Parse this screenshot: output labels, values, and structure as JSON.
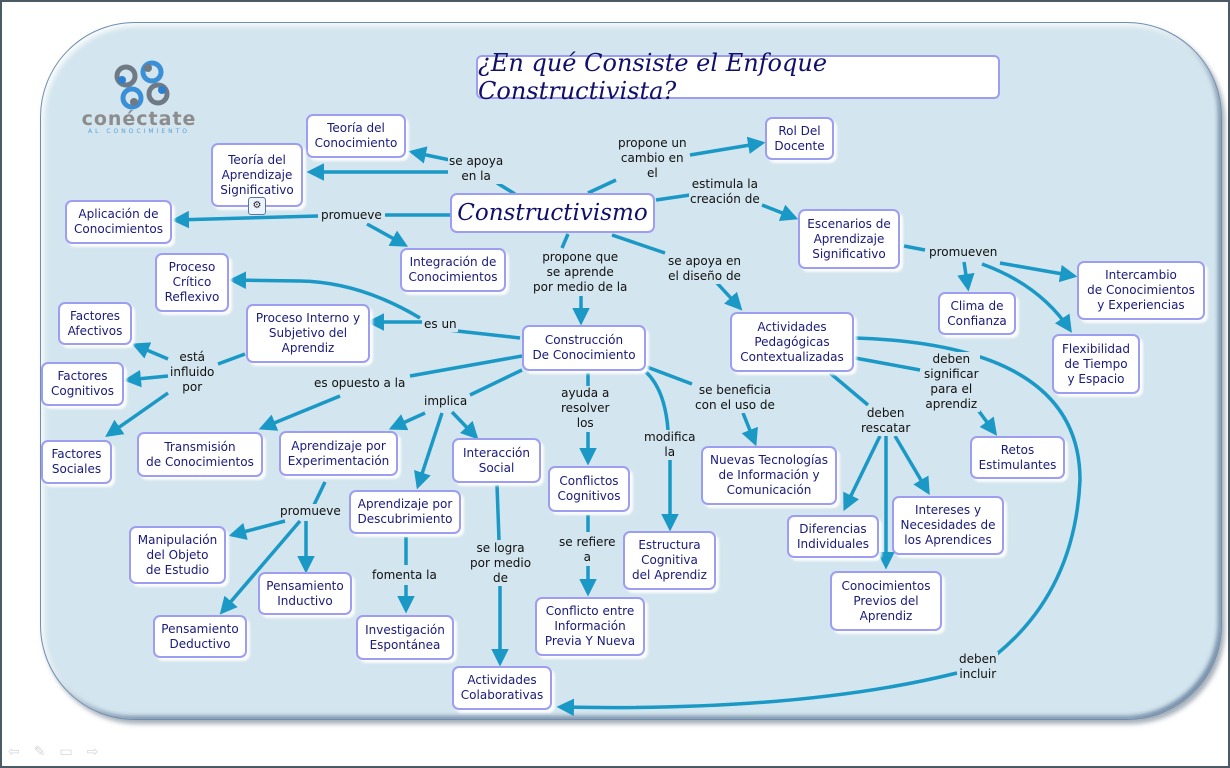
{
  "title": "¿En qué Consiste el Enfoque Constructivista?",
  "logo": {
    "wordmark": "conéctate",
    "tagline": "AL CONOCIMIENTO",
    "icon": "linked-rings-logo-icon"
  },
  "root": "Constructivismo",
  "colors": {
    "edge": "#1a98c6",
    "node_border": "#9e9ef0",
    "node_text": "#1a1a7a",
    "panel": "#d3e5ee"
  },
  "nodes": {
    "teoria_conocimiento": "Teoría del\nConocimiento",
    "teoria_aprendizaje": "Teoría del\nAprendizaje\nSignificativo",
    "aplicacion": "Aplicación de\nConocimientos",
    "integracion": "Integración de\nConocimientos",
    "rol_docente": "Rol Del\nDocente",
    "escenarios": "Escenarios de\nAprendizaje\nSignificativo",
    "clima": "Clima de\nConfianza",
    "intercambio": "Intercambio\nde Conocimientos\ny Experiencias",
    "flexibilidad": "Flexibilidad\nde Tiempo\ny Espacio",
    "proceso_critico": "Proceso\nCrítico\nReflexivo",
    "proceso_interno": "Proceso Interno y\nSubjetivo del\nAprendiz",
    "factores_afectivos": "Factores\nAfectivos",
    "factores_cognitivos": "Factores\nCognitivos",
    "factores_sociales": "Factores\nSociales",
    "construccion": "Construcción\nDe Conocimiento",
    "actividades_pedagogicas": "Actividades\nPedagógicas\nContextualizadas",
    "transmision": "Transmisión\nde Conocimientos",
    "aprendizaje_experimentacion": "Aprendizaje por\nExperimentación",
    "interaccion_social": "Interacción\nSocial",
    "conflictos_cognitivos": "Conflictos\nCognitivos",
    "nuevas_tecnologias": "Nuevas Tecnologías\nde Información y\nComunicación",
    "retos": "Retos\nEstimulantes",
    "aprendizaje_descubrimiento": "Aprendizaje por\nDescubrimiento",
    "manipulacion": "Manipulación\ndel Objeto\nde Estudio",
    "pensamiento_inductivo": "Pensamiento\nInductivo",
    "pensamiento_deductivo": "Pensamiento\nDeductivo",
    "investigacion": "Investigación\nEspontánea",
    "estructura_cognitiva": "Estructura\nCognitiva\ndel Aprendiz",
    "conflicto_info": "Conflicto entre\nInformación\nPrevia Y Nueva",
    "diferencias": "Diferencias\nIndividuales",
    "intereses": "Intereses y\nNecesidades de\nlos Aprendices",
    "conocimientos_previos": "Conocimientos\nPrevios del\nAprendiz",
    "actividades_colaborativas": "Actividades\nColaborativas"
  },
  "links": {
    "se_apoya_en_la": "se apoya\nen la",
    "propone_cambio": "propone un\ncambio en\nel",
    "estimula": "estimula la\ncreación de",
    "promueve_top": "promueve",
    "propone_que": "propone que\nse aprende\npor medio de la",
    "se_apoya_diseno": "se apoya en\nel diseño de",
    "promueven": "promueven",
    "es_un": "es un",
    "esta_influido": "está\ninfluido\npor",
    "es_opuesto": "es opuesto a la",
    "implica": "implica",
    "ayuda": "ayuda a\nresolver\nlos",
    "modifica": "modifica\nla",
    "se_beneficia": "se beneficia\ncon el uso de",
    "deben_significar": "deben\nsignificar\npara el\naprendiz",
    "deben_rescatar": "deben\nrescatar",
    "promueve_exp": "promueve",
    "fomenta": "fomenta la",
    "se_logra": "se logra\npor medio\nde",
    "se_refiere": "se refiere\na",
    "deben_incluir": "deben\nincluir"
  },
  "nav": {
    "prev": "⇦",
    "pen": "✎",
    "screen": "▭",
    "next": "⇨"
  }
}
